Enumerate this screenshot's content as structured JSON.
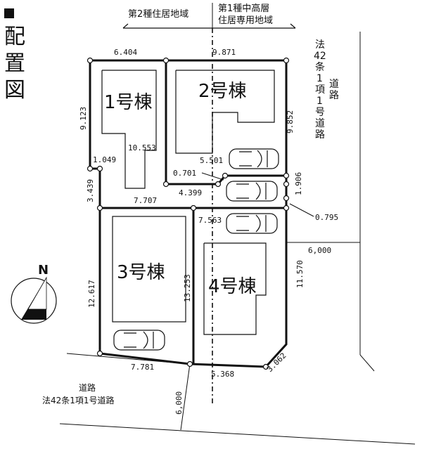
{
  "title": "配置図",
  "zones": {
    "second": "第2種住居地域",
    "first_line1": "第1種中高層",
    "first_line2": "住居専用地域"
  },
  "roads": {
    "east": "法42条1項1号道路",
    "south_line1": "道路",
    "south_line2": "法42条1項1号道路"
  },
  "compass": "N",
  "buildings": [
    "1号棟",
    "2号棟",
    "3号棟",
    "4号棟"
  ],
  "dims": {
    "top1": "6.404",
    "top2": "9.871",
    "left1": "9.123",
    "left2": "3.439",
    "left3": "12.617",
    "d10553": "10.553",
    "d1049": "1.049",
    "d7707": "7.707",
    "d5501": "5.501",
    "d0701": "0.701",
    "d4399": "4.399",
    "r9852": "9.852",
    "r1906": "1.906",
    "r0795": "0.795",
    "d7563": "7.563",
    "d13253": "13.253",
    "r11570": "11.570",
    "b7781": "7.781",
    "b5368": "5.368",
    "b3062": "3.062",
    "road_e": "6,000",
    "road_s": "6,000"
  }
}
